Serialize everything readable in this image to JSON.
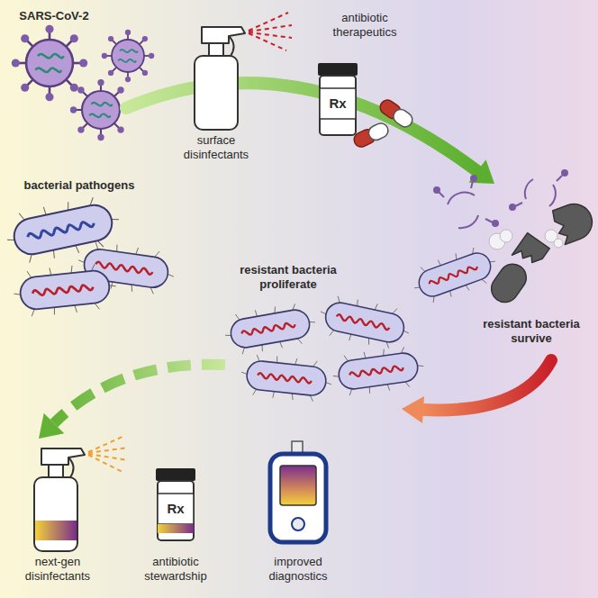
{
  "diagram": {
    "labels": [
      "SARS-CoV-2",
      "bacterial pathogens",
      "surface disinfectants",
      "antibiotic therapeutics",
      "Rx",
      "resistant bacteria survive",
      "resistant bacteria proliferate",
      "next-gen disinfectants",
      "Rx",
      "antibiotic stewardship",
      "improved diagnostics"
    ]
  }
}
